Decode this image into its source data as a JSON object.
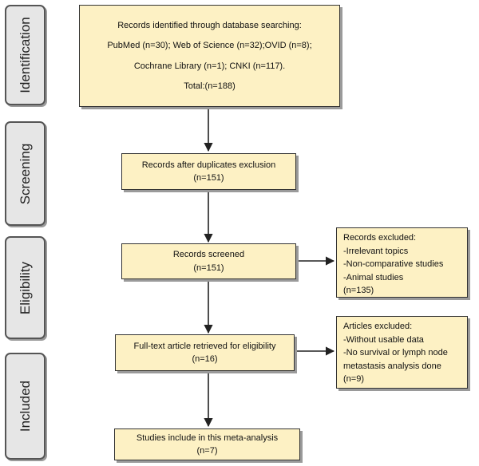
{
  "phases": {
    "identification": "Identification",
    "screening": "Screening",
    "eligibility": "Eligibility",
    "included": "Included"
  },
  "identification_box": {
    "line1": "Records identified through database searching:",
    "line2": "PubMed (n=30); Web of Science (n=32);OVID (n=8);",
    "line3": "Cochrane Library (n=1); CNKI (n=117).",
    "line4": "Total:(n=188)"
  },
  "duplicates_box": {
    "line1": "Records after duplicates exclusion",
    "line2": "(n=151)"
  },
  "screened_box": {
    "line1": "Records screened",
    "line2": "(n=151)"
  },
  "records_excluded": {
    "title": "Records excluded:",
    "items": [
      "-Irrelevant topics",
      "-Non-comparative studies",
      "-Animal studies"
    ],
    "count": "(n=135)"
  },
  "fulltext_box": {
    "line1": "Full-text article retrieved for eligibility",
    "line2": "(n=16)"
  },
  "articles_excluded": {
    "title": "Articles excluded:",
    "items": [
      "-Without usable data",
      "-No survival or lymph node",
      "metastasis analysis done"
    ],
    "count": "(n=9)"
  },
  "included_box": {
    "line1": "Studies include in this meta-analysis",
    "line2": "(n=7)"
  }
}
